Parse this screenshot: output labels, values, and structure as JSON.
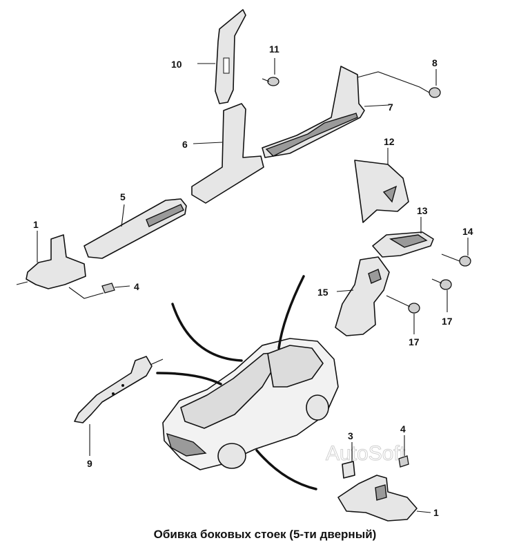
{
  "caption": "Обивка боковых стоек (5-ти дверный)",
  "watermark": "AutoSoft",
  "callouts": {
    "c1a": "1",
    "c1b": "1",
    "c3": "3",
    "c4a": "4",
    "c4b": "4",
    "c5": "5",
    "c6": "6",
    "c7": "7",
    "c8": "8",
    "c9": "9",
    "c10": "10",
    "c11": "11",
    "c12": "12",
    "c13": "13",
    "c14": "14",
    "c15": "15",
    "c17a": "17",
    "c17b": "17"
  }
}
